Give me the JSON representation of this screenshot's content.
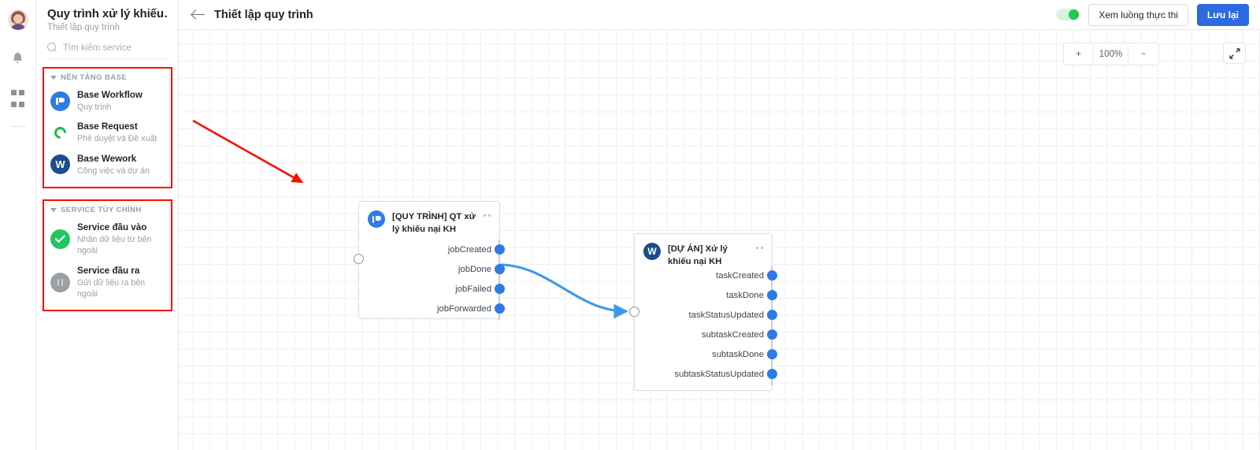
{
  "rail": {
    "avatar_name": "user-avatar",
    "items": [
      {
        "icon": "bell-icon"
      },
      {
        "icon": "apps-grid-icon"
      }
    ]
  },
  "sidebar": {
    "title": "Quy trình xử lý khiếu…",
    "subtitle": "Thiết lập quy trình",
    "search": {
      "placeholder": "Tìm kiếm service",
      "value": ""
    },
    "groups": [
      {
        "label": "NỀN TẢNG BASE",
        "highlighted": true,
        "items": [
          {
            "name": "Base Workflow",
            "desc": "Quy trình",
            "color": "#2f7be5",
            "glyph": "workflow"
          },
          {
            "name": "Base Request",
            "desc": "Phê duyệt và Đề xuất",
            "color": "#22b551",
            "glyph": "request"
          },
          {
            "name": "Base Wework",
            "desc": "Công việc và dự án",
            "color": "#1c4e8c",
            "glyph": "W"
          }
        ]
      },
      {
        "label": "SERVICE TÙY CHỈNH",
        "highlighted": true,
        "items": [
          {
            "name": "Service đầu vào",
            "desc": "Nhận dữ liệu từ bên ngoài",
            "color": "#22c55e",
            "glyph": "check"
          },
          {
            "name": "Service đầu ra",
            "desc": "Gửi dữ liệu ra bên ngoài",
            "color": "#9aa0a6",
            "glyph": "pause"
          }
        ]
      }
    ]
  },
  "topbar": {
    "back_icon": "back-arrow-icon",
    "title": "Thiết lập quy trình",
    "toggle_on": true,
    "view_flow_label": "Xem luồng thực thi",
    "save_label": "Lưu lại"
  },
  "canvas": {
    "zoom_in": "+",
    "zoom_level": "100%",
    "zoom_out": "−",
    "fit_icon": "fit-screen-icon",
    "annotation": {
      "type": "red-arrow",
      "color": "#f90f00"
    },
    "nodes": [
      {
        "id": "node-quy-trinh",
        "title": "[QUY TRÌNH] QT xử lý khiếu nại KH",
        "icon_glyph": "workflow",
        "icon_color": "#2f7be5",
        "ports": [
          "jobCreated",
          "jobDone",
          "jobFailed",
          "jobForwarded"
        ]
      },
      {
        "id": "node-du-an",
        "title": "[DỰ ÁN] Xử lý khiếu nại KH",
        "icon_glyph": "W",
        "icon_color": "#1c4e8c",
        "ports": [
          "taskCreated",
          "taskDone",
          "taskStatusUpdated",
          "subtaskCreated",
          "subtaskDone",
          "subtaskStatusUpdated"
        ]
      }
    ],
    "connection": {
      "from": "jobDone",
      "to": "node-du-an-input",
      "color": "#3d9ae8"
    }
  },
  "colors": {
    "accent": "#2d6ae0",
    "port": "#2f7be5",
    "wire": "#3d9ae8",
    "annotation": "#f90f00",
    "grid": "#efefef"
  }
}
